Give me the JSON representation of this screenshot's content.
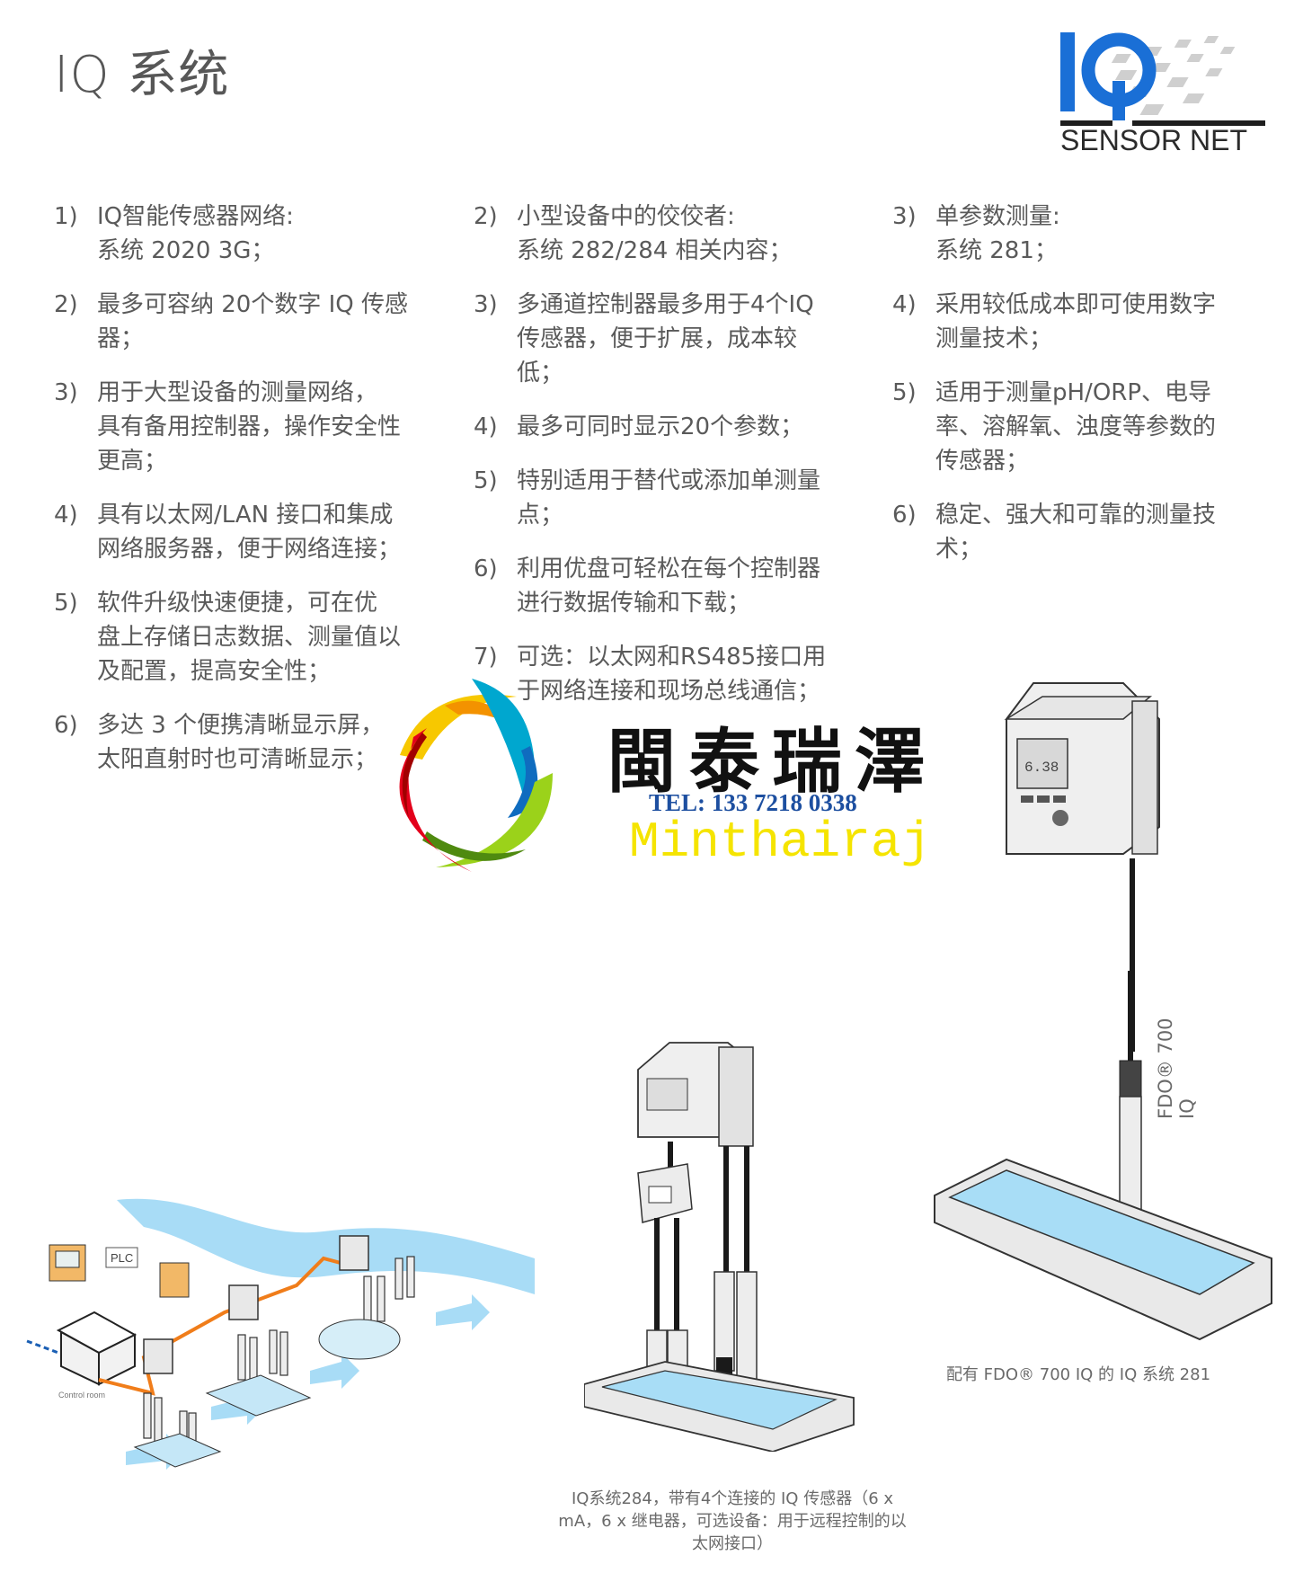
{
  "page": {
    "title": "IQ 系统"
  },
  "logo": {
    "mark": "IQ",
    "text": "SENSOR NET",
    "colors": {
      "iq_blue": "#1a6fd6",
      "bar": "#1e1e1e",
      "grid": "#c8c8c8"
    }
  },
  "columns": [
    {
      "items": [
        {
          "num": "1)",
          "lines": [
            "IQ智能传感器网络:",
            "系统 2020 3G；"
          ]
        },
        {
          "num": "2)",
          "lines": [
            "最多可容纳 20个数字 IQ 传感",
            "器；"
          ]
        },
        {
          "num": "3)",
          "lines": [
            "用于大型设备的测量网络，",
            "具有备用控制器，操作安全性",
            "更高；"
          ]
        },
        {
          "num": "4)",
          "lines": [
            "具有以太网/LAN  接口和集成",
            "网络服务器，便于网络连接；"
          ]
        },
        {
          "num": "5)",
          "lines": [
            "软件升级快速便捷，可在优",
            "盘上存储日志数据、测量值以",
            "及配置，提高安全性；"
          ]
        },
        {
          "num": "6)",
          "lines": [
            "多达 3 个便携清晰显示屏，",
            "太阳直射时也可清晰显示；"
          ]
        }
      ]
    },
    {
      "items": [
        {
          "num": "2)",
          "lines": [
            "小型设备中的佼佼者:",
            "系统 282/284 相关内容；"
          ]
        },
        {
          "num": "3)",
          "lines": [
            "多通道控制器最多用于4个IQ",
            "传感器，便于扩展，成本较",
            "低；"
          ]
        },
        {
          "num": "4)",
          "lines": [
            "最多可同时显示20个参数；"
          ]
        },
        {
          "num": "5)",
          "lines": [
            "特别适用于替代或添加单测量",
            "点；"
          ]
        },
        {
          "num": "6)",
          "lines": [
            "利用优盘可轻松在每个控制器",
            "进行数据传输和下载；"
          ]
        },
        {
          "num": "7)",
          "lines": [
            "可选：以太网和RS485接口用",
            "于网络连接和现场总线通信；"
          ]
        }
      ]
    },
    {
      "items": [
        {
          "num": "3)",
          "lines": [
            "单参数测量:",
            "系统 281；"
          ]
        },
        {
          "num": "4)",
          "lines": [
            "采用较低成本即可使用数字",
            "测量技术；"
          ]
        },
        {
          "num": "5)",
          "lines": [
            "适用于测量pH/ORP、电导",
            "率、溶解氧、浊度等参数的",
            "传感器；"
          ]
        },
        {
          "num": "6)",
          "lines": [
            "稳定、强大和可靠的测量技",
            "术；"
          ]
        }
      ]
    }
  ],
  "watermark": {
    "company_cn": "閩泰瑞澤",
    "tel": "TEL: 133 7218 0338",
    "company_en": "Minthairaj"
  },
  "illustrations": {
    "network": {
      "plc_label": "PLC",
      "control_room_label": "Control room"
    },
    "system_284": {
      "caption_lines": [
        "IQ系统284，带有4个连接的 IQ 传感器（6 x",
        "mA，6 x 继电器，可选设备：用于远程控制的以",
        "太网接口）"
      ]
    },
    "system_281": {
      "sensor_label_line1": "FDO® 700",
      "sensor_label_line2": "IQ",
      "display_value": "6.38",
      "caption": "配有 FDO® 700 IQ 的 IQ 系统 281"
    }
  }
}
